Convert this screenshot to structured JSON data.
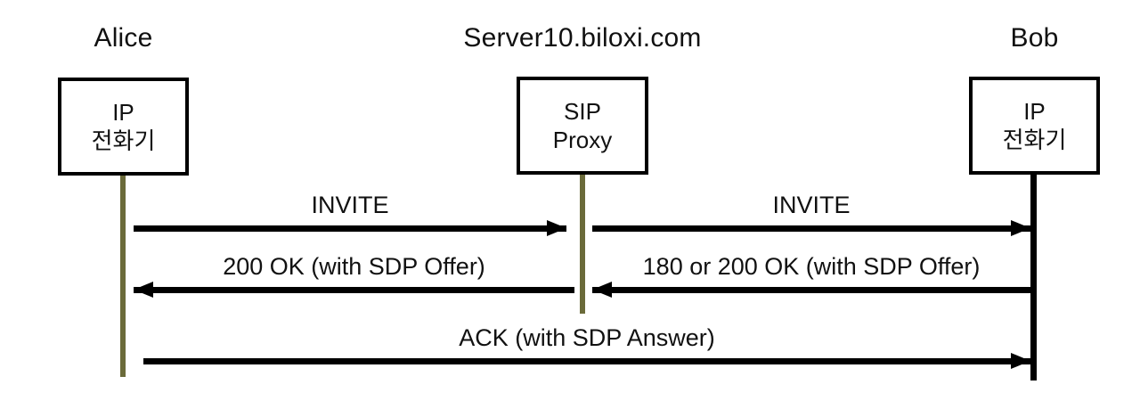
{
  "diagram": {
    "title": "SIP call flow sequence diagram",
    "background": "#ffffff",
    "colors": {
      "lifeline_olive": "#6B6B3A",
      "lifeline_black": "#000000",
      "stroke": "#000000",
      "text": "#111111"
    }
  },
  "actors": [
    {
      "id": "alice",
      "title": "Alice",
      "box_line1": "IP",
      "box_line2": "전화기",
      "lifeline_color": "#6B6B3A",
      "lifeline_width": 6
    },
    {
      "id": "proxy",
      "title": "Server10.biloxi.com",
      "box_line1": "SIP",
      "box_line2": "Proxy",
      "lifeline_color": "#6B6B3A",
      "lifeline_width": 6
    },
    {
      "id": "bob",
      "title": "Bob",
      "box_line1": "IP",
      "box_line2": "전화기",
      "lifeline_color": "#000000",
      "lifeline_width": 7
    }
  ],
  "messages": [
    {
      "id": "invite-alice-proxy",
      "label": "INVITE",
      "from": "alice",
      "to": "proxy",
      "direction": "right"
    },
    {
      "id": "invite-proxy-bob",
      "label": "INVITE",
      "from": "proxy",
      "to": "bob",
      "direction": "right"
    },
    {
      "id": "ok-proxy-alice",
      "label": "200 OK (with SDP Offer)",
      "from": "proxy",
      "to": "alice",
      "direction": "left"
    },
    {
      "id": "ok-bob-proxy",
      "label": "180 or 200 OK (with SDP Offer)",
      "from": "bob",
      "to": "proxy",
      "direction": "left"
    },
    {
      "id": "ack-alice-bob",
      "label": "ACK (with SDP Answer)",
      "from": "alice",
      "to": "bob",
      "direction": "right"
    }
  ]
}
